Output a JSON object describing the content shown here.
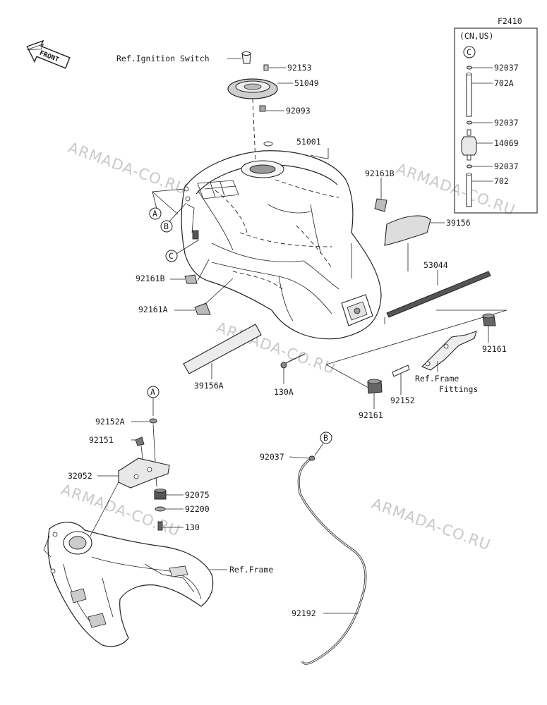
{
  "diagram_code": "F2410",
  "region_box_title": "(CN,US)",
  "front_label": "FRONT",
  "watermark": "ARMADA-CO.RU",
  "callouts": {
    "A": "A",
    "B": "B",
    "C": "C"
  },
  "parts": {
    "ref_ignition_switch": "Ref.Ignition Switch",
    "p92153": "92153",
    "p51049": "51049",
    "p92093": "92093",
    "p51001": "51001",
    "p92161B_top": "92161B",
    "p39156": "39156",
    "p53044": "53044",
    "p92161B_left": "92161B",
    "p92161A": "92161A",
    "p39156A": "39156A",
    "p130A": "130A",
    "p92161_right": "92161",
    "ref_frame_fittings_1": "Ref.Frame",
    "ref_frame_fittings_2": "Fittings",
    "p92152": "92152",
    "p92161_bottom": "92161",
    "p92152A": "92152A",
    "p92151": "92151",
    "p32052": "32052",
    "p92075": "92075",
    "p92200": "92200",
    "p130": "130",
    "ref_frame": "Ref.Frame",
    "p92037_hose": "92037",
    "p92192": "92192",
    "box_92037_1": "92037",
    "box_702A": "702A",
    "box_92037_2": "92037",
    "box_14069": "14069",
    "box_92037_3": "92037",
    "box_702": "702"
  }
}
